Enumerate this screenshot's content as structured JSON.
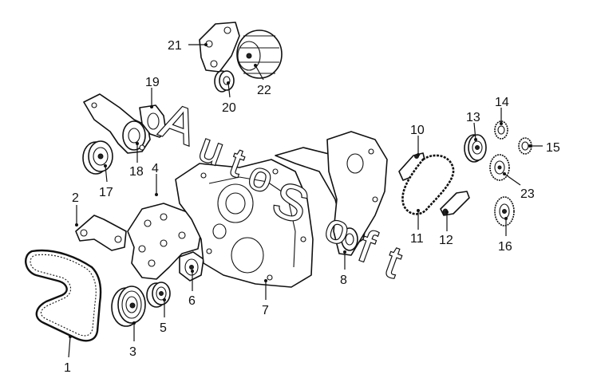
{
  "watermark": {
    "letters": [
      "A",
      "u",
      "t",
      "o",
      "S",
      "o",
      "f",
      "t"
    ]
  },
  "callouts": [
    {
      "id": "1",
      "label": "1"
    },
    {
      "id": "2",
      "label": "2"
    },
    {
      "id": "3",
      "label": "3"
    },
    {
      "id": "4",
      "label": "4"
    },
    {
      "id": "5",
      "label": "5"
    },
    {
      "id": "6",
      "label": "6"
    },
    {
      "id": "7",
      "label": "7"
    },
    {
      "id": "8",
      "label": "8"
    },
    {
      "id": "10",
      "label": "10"
    },
    {
      "id": "11",
      "label": "11"
    },
    {
      "id": "12",
      "label": "12"
    },
    {
      "id": "13",
      "label": "13"
    },
    {
      "id": "14",
      "label": "14"
    },
    {
      "id": "15",
      "label": "15"
    },
    {
      "id": "16",
      "label": "16"
    },
    {
      "id": "17",
      "label": "17"
    },
    {
      "id": "18",
      "label": "18"
    },
    {
      "id": "19",
      "label": "19"
    },
    {
      "id": "20",
      "label": "20"
    },
    {
      "id": "21",
      "label": "21"
    },
    {
      "id": "22",
      "label": "22"
    },
    {
      "id": "23",
      "label": "23"
    }
  ]
}
